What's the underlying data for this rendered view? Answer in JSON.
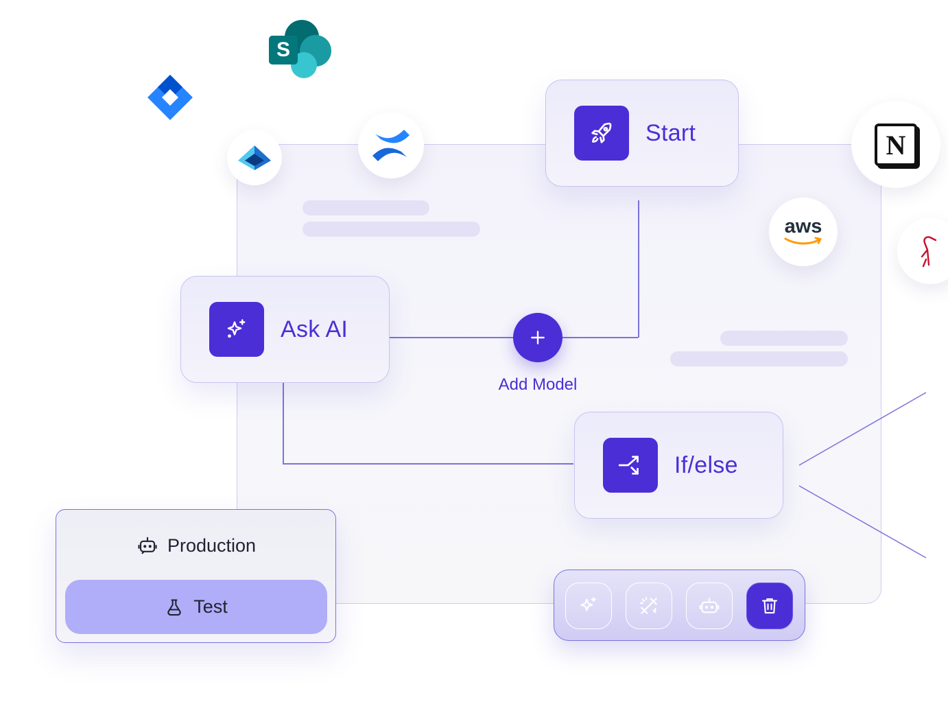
{
  "nodes": {
    "start": {
      "label": "Start",
      "icon": "rocket-icon"
    },
    "ask_ai": {
      "label": "Ask AI",
      "icon": "sparkle-icon"
    },
    "if_else": {
      "label": "If/else",
      "icon": "branch-icon"
    }
  },
  "add_model": {
    "label": "Add Model",
    "icon": "plus-icon"
  },
  "environments": {
    "production": {
      "label": "Production",
      "icon": "bot-icon"
    },
    "test": {
      "label": "Test",
      "icon": "flask-icon",
      "selected": true
    }
  },
  "toolbar": {
    "tools": [
      "sparkle-icon",
      "wand-icon",
      "bot-icon",
      "trash-icon"
    ]
  },
  "integrations": {
    "sharepoint": {
      "letter": "S"
    },
    "jira": {},
    "azure": {},
    "confluence": {},
    "notion": {
      "letter": "N"
    },
    "aws": {
      "text": "aws"
    },
    "bird": {}
  },
  "colors": {
    "accent": "#4b2ed6",
    "wire": "#7b72dc",
    "test_highlight": "#b0adf9",
    "panel_border": "#cfcaf0"
  }
}
